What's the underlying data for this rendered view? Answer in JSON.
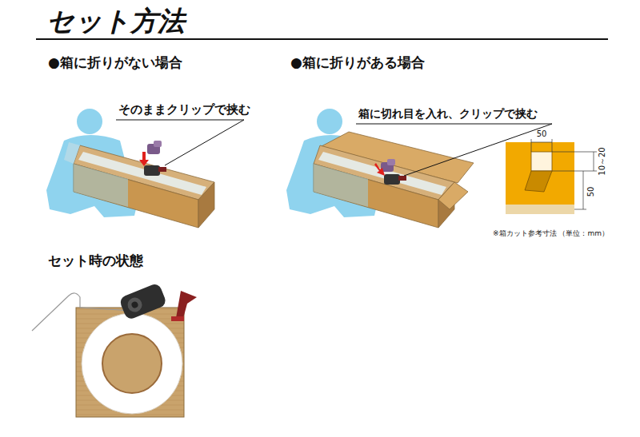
{
  "diagram": {
    "title": "セット方法",
    "labels": [
      "●箱に折りがない場合",
      "そのままクリップで挟む",
      "●箱に折りがある場合",
      "箱に切れ目を入れ、クリップで挟む",
      "50",
      "10～20",
      "50",
      "※箱カット参考寸法 （単位：mm）",
      "セット時の状態"
    ]
  }
}
